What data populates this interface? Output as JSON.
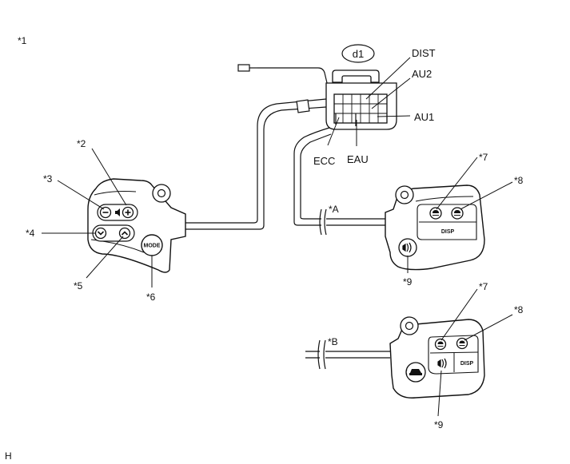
{
  "figure_label": "*1",
  "corner_code": "H",
  "connector": {
    "tag": "d1",
    "pins": {
      "dist": "DIST",
      "au2": "AU2",
      "au1": "AU1",
      "ecc": "ECC",
      "eau": "EAU"
    }
  },
  "left_switch": {
    "callouts": {
      "c2": "*2",
      "c3": "*3",
      "c4": "*4",
      "c5": "*5",
      "c6": "*6"
    },
    "mode_label": "MODE"
  },
  "right_switch_a": {
    "variant": "*A",
    "callouts": {
      "c7": "*7",
      "c8": "*8",
      "c9": "*9"
    },
    "disp_label": "DISP"
  },
  "right_switch_b": {
    "variant": "*B",
    "callouts": {
      "c7": "*7",
      "c8": "*8",
      "c9": "*9"
    },
    "disp_label": "DISP"
  }
}
